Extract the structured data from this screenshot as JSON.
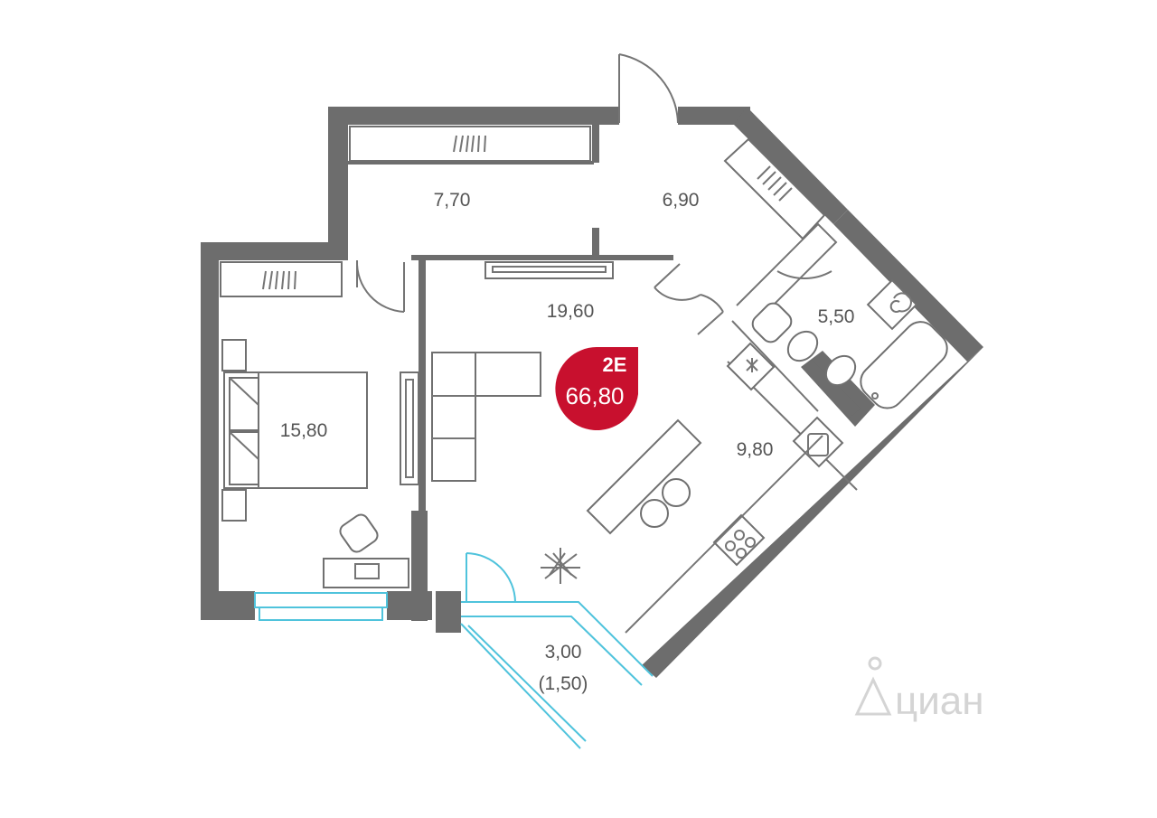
{
  "badge": {
    "type": "2E",
    "total_area": "66,80",
    "color": "#c8102e"
  },
  "rooms": {
    "hall_left": "7,70",
    "hall_right": "6,90",
    "bedroom": "15,80",
    "living": "19,60",
    "kitchen": "9,80",
    "bathroom": "5,50",
    "balcony_area": "3,00",
    "balcony_reduced": "(1,50)"
  },
  "watermark": "циан",
  "colors": {
    "wall": "#6d6d6d",
    "glazing": "#4fc3dc",
    "label": "#555555"
  }
}
